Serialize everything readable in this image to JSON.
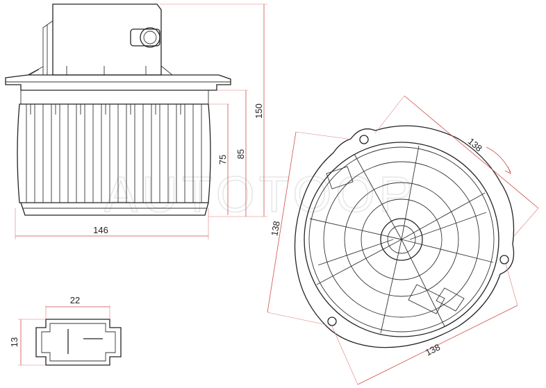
{
  "watermark": "AUTOTOOP",
  "dimensions": {
    "side_width": "146",
    "side_height_total": "150",
    "fan_height_inner": "75",
    "fan_height_outer": "85",
    "front_diameter_top": "138",
    "front_diameter_left": "138",
    "front_diameter_bottom": "138",
    "connector_width": "22",
    "connector_height": "13"
  },
  "colors": {
    "outline": "#222222",
    "dimension_line": "#d24a4a",
    "watermark": "#e6e6e6"
  }
}
